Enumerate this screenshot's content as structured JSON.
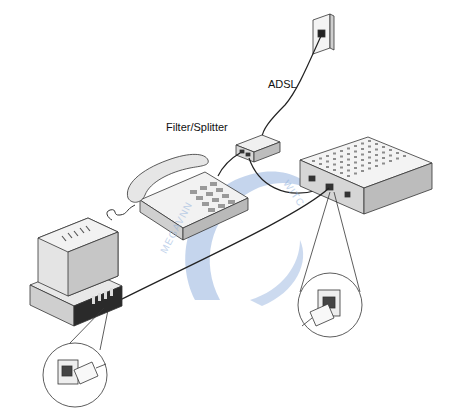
{
  "diagram": {
    "labels": [
      "ADSL",
      "Filter/Splitter",
      "MEGAVNN",
      "WITC"
    ]
  }
}
